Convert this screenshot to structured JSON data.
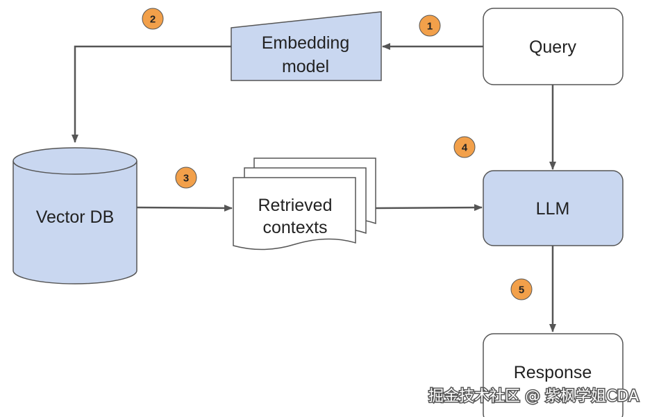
{
  "nodes": {
    "query": "Query",
    "embedding_line1": "Embedding",
    "embedding_line2": "model",
    "vector_db": "Vector DB",
    "retrieved_line1": "Retrieved",
    "retrieved_line2": "contexts",
    "llm": "LLM",
    "response": "Response"
  },
  "steps": [
    "1",
    "2",
    "3",
    "4",
    "5"
  ],
  "watermark": "掘金技术社区 @ 紫枫学姐CDA",
  "colors": {
    "node_fill_blue": "#c9d7f0",
    "node_fill_white": "#ffffff",
    "stroke": "#555555",
    "arrow": "#555555",
    "badge_fill": "#f2a04a"
  }
}
